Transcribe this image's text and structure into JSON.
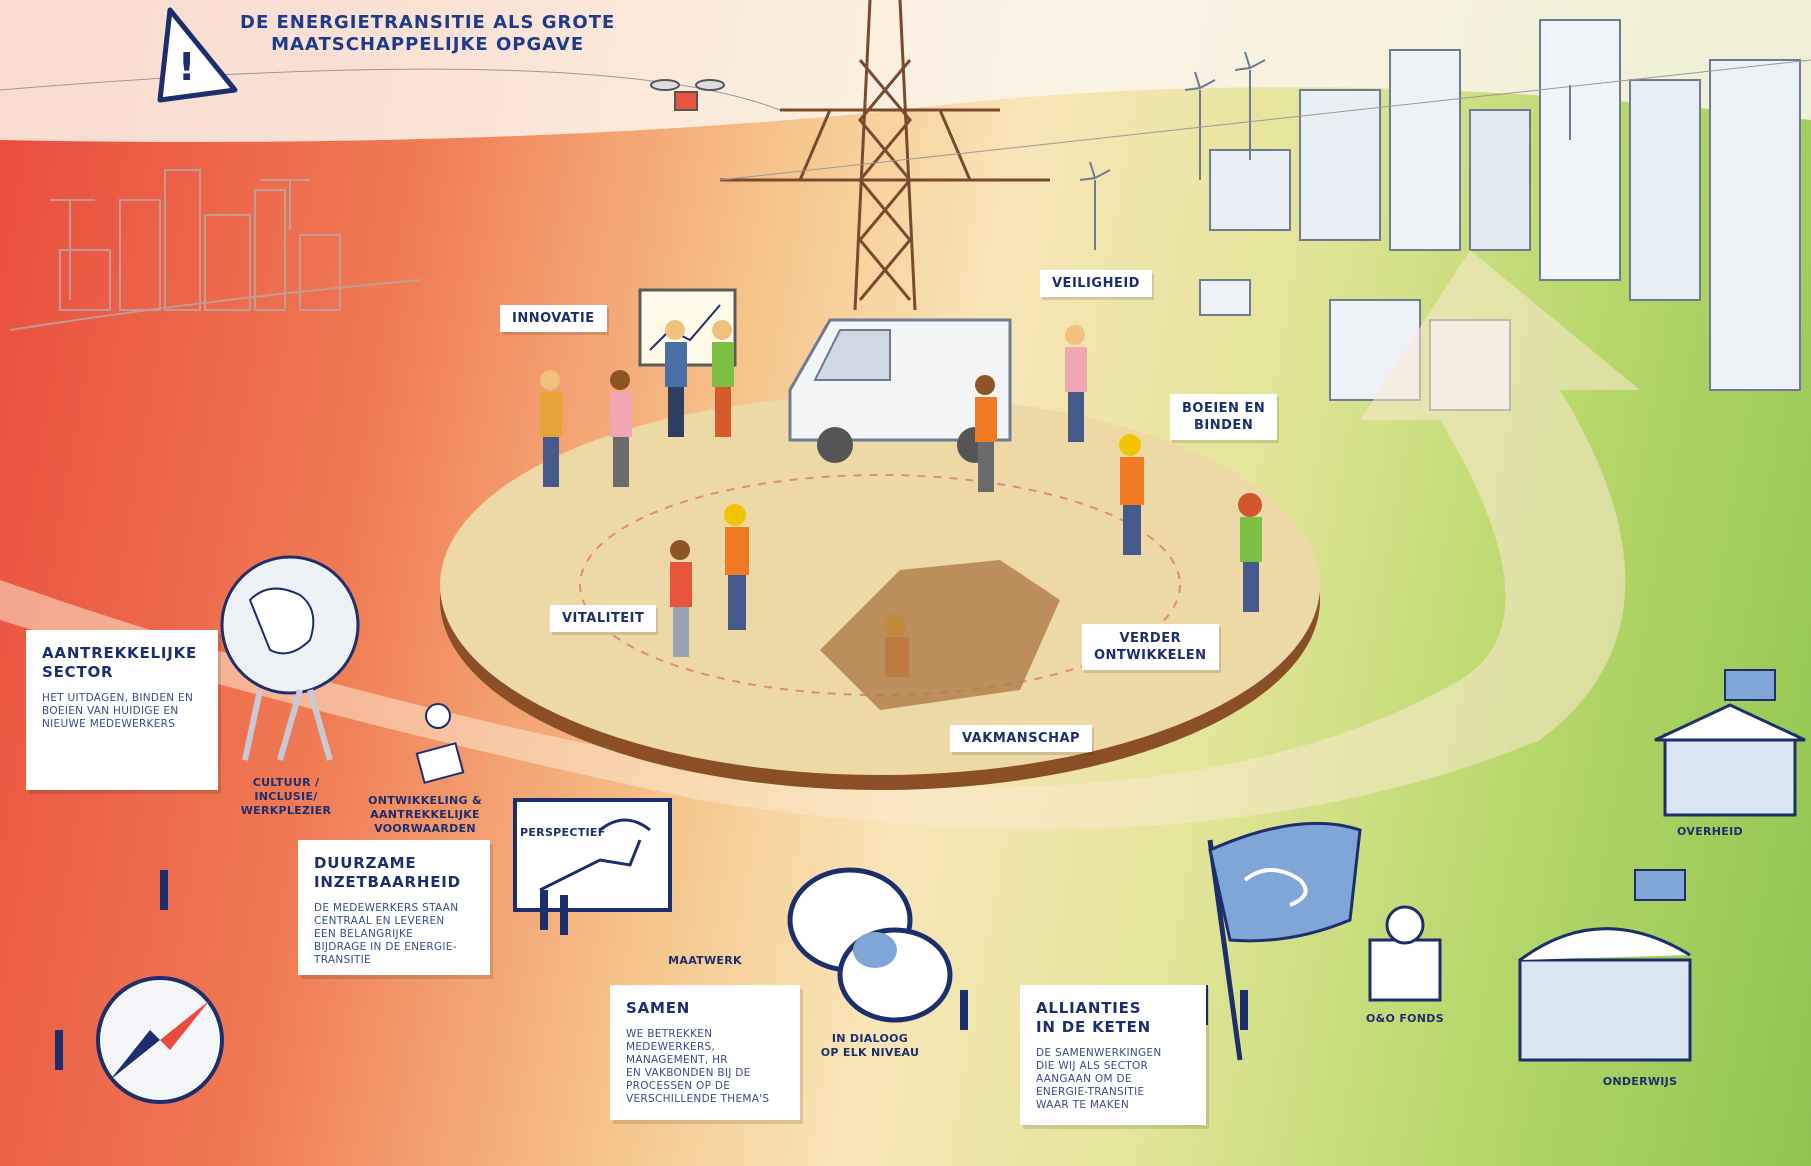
{
  "title": "DE ENERGIETRANSITIE ALS GROTE\nMAATSCHAPPELIJKE OPGAVE",
  "center_labels": {
    "innovatie": "INNOVATIE",
    "veiligheid": "VEILIGHEID",
    "boeien": "BOEIEN EN\nBINDEN",
    "vitaliteit": "VITALITEIT",
    "verder": "VERDER\nONTWIKKELEN",
    "vakmanschap": "VAKMANSCHAP"
  },
  "cards": {
    "aantrekkelijk": {
      "title": "AANTREKKELIJKE\nSECTOR",
      "body": "HET UITDAGEN, BINDEN EN\nBOEIEN VAN HUIDIGE EN\nNIEUWE MEDEWERKERS"
    },
    "duurzaam": {
      "title": "DUURZAME\nINZETBAARHEID",
      "body": "DE MEDEWERKERS STAAN\nCENTRAAL EN LEVEREN\nEEN BELANGRIJKE\nBIJDRAGE IN DE ENERGIE-\nTRANSITIE"
    },
    "samen": {
      "title": "SAMEN",
      "body": "WE BETREKKEN\nMEDEWERKERS,\nMANAGEMENT, HR\nEN VAKBONDEN BIJ DE\nPROCESSEN OP DE\nVERSCHILLENDE THEMA'S"
    },
    "allianties": {
      "title": "ALLIANTIES\nIN DE KETEN",
      "body": "DE SAMENWERKINGEN\nDIE WIJ ALS SECTOR\nAANGAAN OM DE\nENERGIE-TRANSITIE\nWAAR TE MAKEN"
    }
  },
  "path_labels": {
    "cultuur": "CULTUUR /\nINCLUSIE/\nWERKPLEZIER",
    "ontwikkeling": "ONTWIKKELING &\nAANTREKKELIJKE\nVOORWAARDEN",
    "perspectief": "PERSPECTIEF",
    "maatwerk": "MAATWERK",
    "dialoog": "IN DIALOOG\nOP ELK NIVEAU",
    "fonds": "O&O FONDS",
    "overheid": "OVERHEID",
    "onderwijs": "ONDERWIJS"
  },
  "colors": {
    "navy": "#1d2e6c",
    "red": "#e94b3c",
    "green": "#8fc451",
    "sand": "#ecd9a6"
  },
  "icons": [
    "warning-icon",
    "globe-icon",
    "compass-icon",
    "handshake-flag-icon",
    "speech-bubble-icon",
    "drone-icon",
    "pylon-icon",
    "van-icon",
    "lightbulb-icon",
    "chart-board-icon"
  ]
}
